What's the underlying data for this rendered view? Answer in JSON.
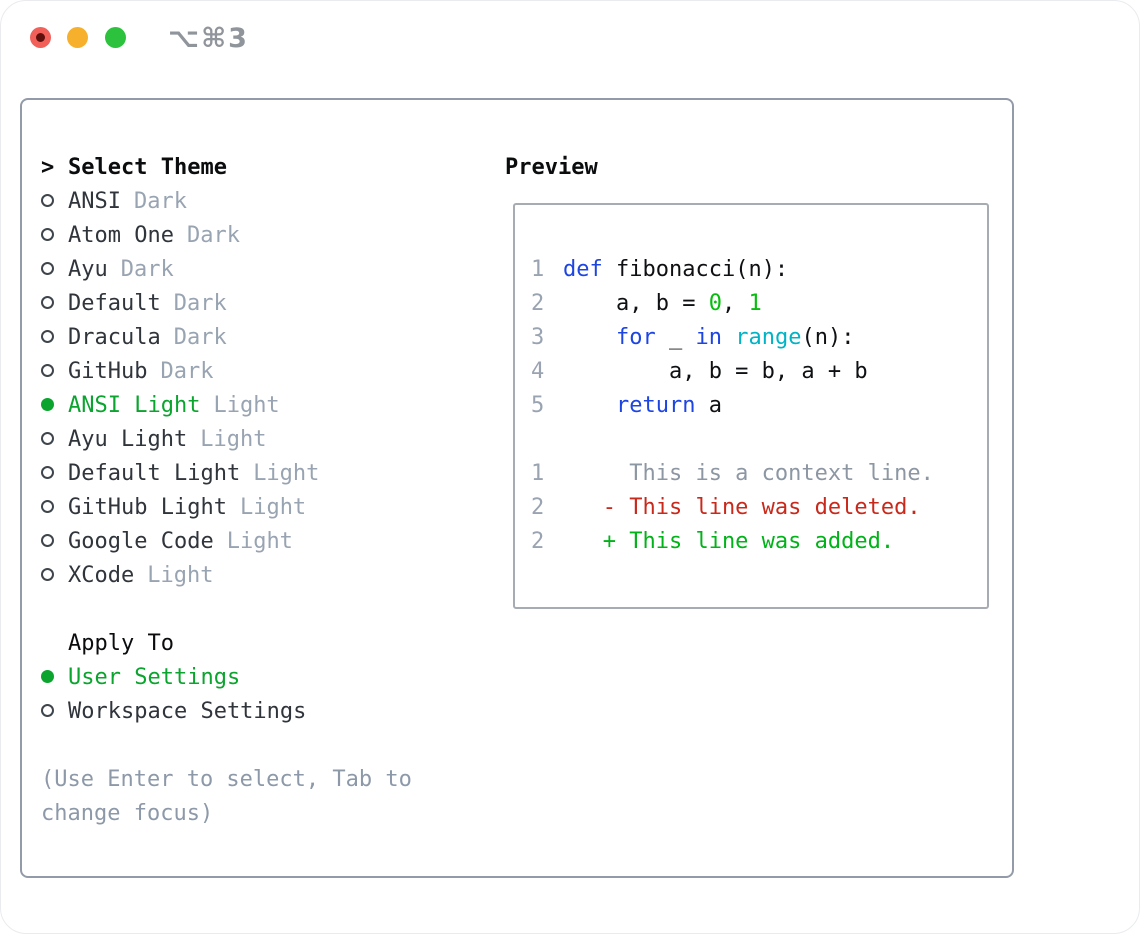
{
  "window": {
    "title": "⌥⌘3",
    "traffic_lights": [
      "close",
      "minimize",
      "zoom"
    ]
  },
  "colors": {
    "ui_green": "#0ba42e",
    "keyword_blue": "#1d45e2",
    "builtin_cyan": "#00b4c6",
    "number_green": "#06bd0e",
    "added_green": "#00b318",
    "deleted_red": "#c9291b",
    "muted_tag_gray": "#99a4b2",
    "panel_border": "#939ba8"
  },
  "theme_selector": {
    "header_prefix": ">",
    "header": "Select Theme",
    "items": [
      {
        "name": "ANSI",
        "tag": "Dark",
        "selected": false
      },
      {
        "name": "Atom One",
        "tag": "Dark",
        "selected": false
      },
      {
        "name": "Ayu",
        "tag": "Dark",
        "selected": false
      },
      {
        "name": "Default",
        "tag": "Dark",
        "selected": false
      },
      {
        "name": "Dracula",
        "tag": "Dark",
        "selected": false
      },
      {
        "name": "GitHub",
        "tag": "Dark",
        "selected": false
      },
      {
        "name": "ANSI Light",
        "tag": "Light",
        "selected": true
      },
      {
        "name": "Ayu Light",
        "tag": "Light",
        "selected": false
      },
      {
        "name": "Default Light",
        "tag": "Light",
        "selected": false
      },
      {
        "name": "GitHub Light",
        "tag": "Light",
        "selected": false
      },
      {
        "name": "Google Code",
        "tag": "Light",
        "selected": false
      },
      {
        "name": "XCode",
        "tag": "Light",
        "selected": false
      }
    ]
  },
  "apply_to": {
    "header": "Apply To",
    "options": [
      {
        "label": "User Settings",
        "selected": true
      },
      {
        "label": "Workspace Settings",
        "selected": false
      }
    ]
  },
  "help": {
    "line1": "(Use Enter to select, Tab to",
    "line2": "change focus)"
  },
  "preview": {
    "header": "Preview",
    "code_lines": [
      {
        "ln": "1",
        "tokens": [
          {
            "c": "kw",
            "t": "def"
          },
          {
            "c": "",
            "t": " fibonacci(n):"
          }
        ]
      },
      {
        "ln": "2",
        "tokens": [
          {
            "c": "",
            "t": "    a, b = "
          },
          {
            "c": "num",
            "t": "0"
          },
          {
            "c": "",
            "t": ", "
          },
          {
            "c": "num",
            "t": "1"
          }
        ]
      },
      {
        "ln": "3",
        "tokens": [
          {
            "c": "",
            "t": "    "
          },
          {
            "c": "kw",
            "t": "for"
          },
          {
            "c": "",
            "t": " _ "
          },
          {
            "c": "kw",
            "t": "in"
          },
          {
            "c": "",
            "t": " "
          },
          {
            "c": "bi",
            "t": "range"
          },
          {
            "c": "",
            "t": "(n):"
          }
        ]
      },
      {
        "ln": "4",
        "tokens": [
          {
            "c": "",
            "t": "        a, b = b, a + b"
          }
        ]
      },
      {
        "ln": "5",
        "tokens": [
          {
            "c": "",
            "t": "    "
          },
          {
            "c": "kw",
            "t": "return"
          },
          {
            "c": "",
            "t": " a"
          }
        ]
      }
    ],
    "diff_lines": [
      {
        "ln": "1",
        "cls": "ctx",
        "text": "     This is a context line."
      },
      {
        "ln": "2",
        "cls": "del",
        "text": "   - This line was deleted."
      },
      {
        "ln": "2",
        "cls": "add",
        "text": "   + This line was added."
      }
    ]
  }
}
